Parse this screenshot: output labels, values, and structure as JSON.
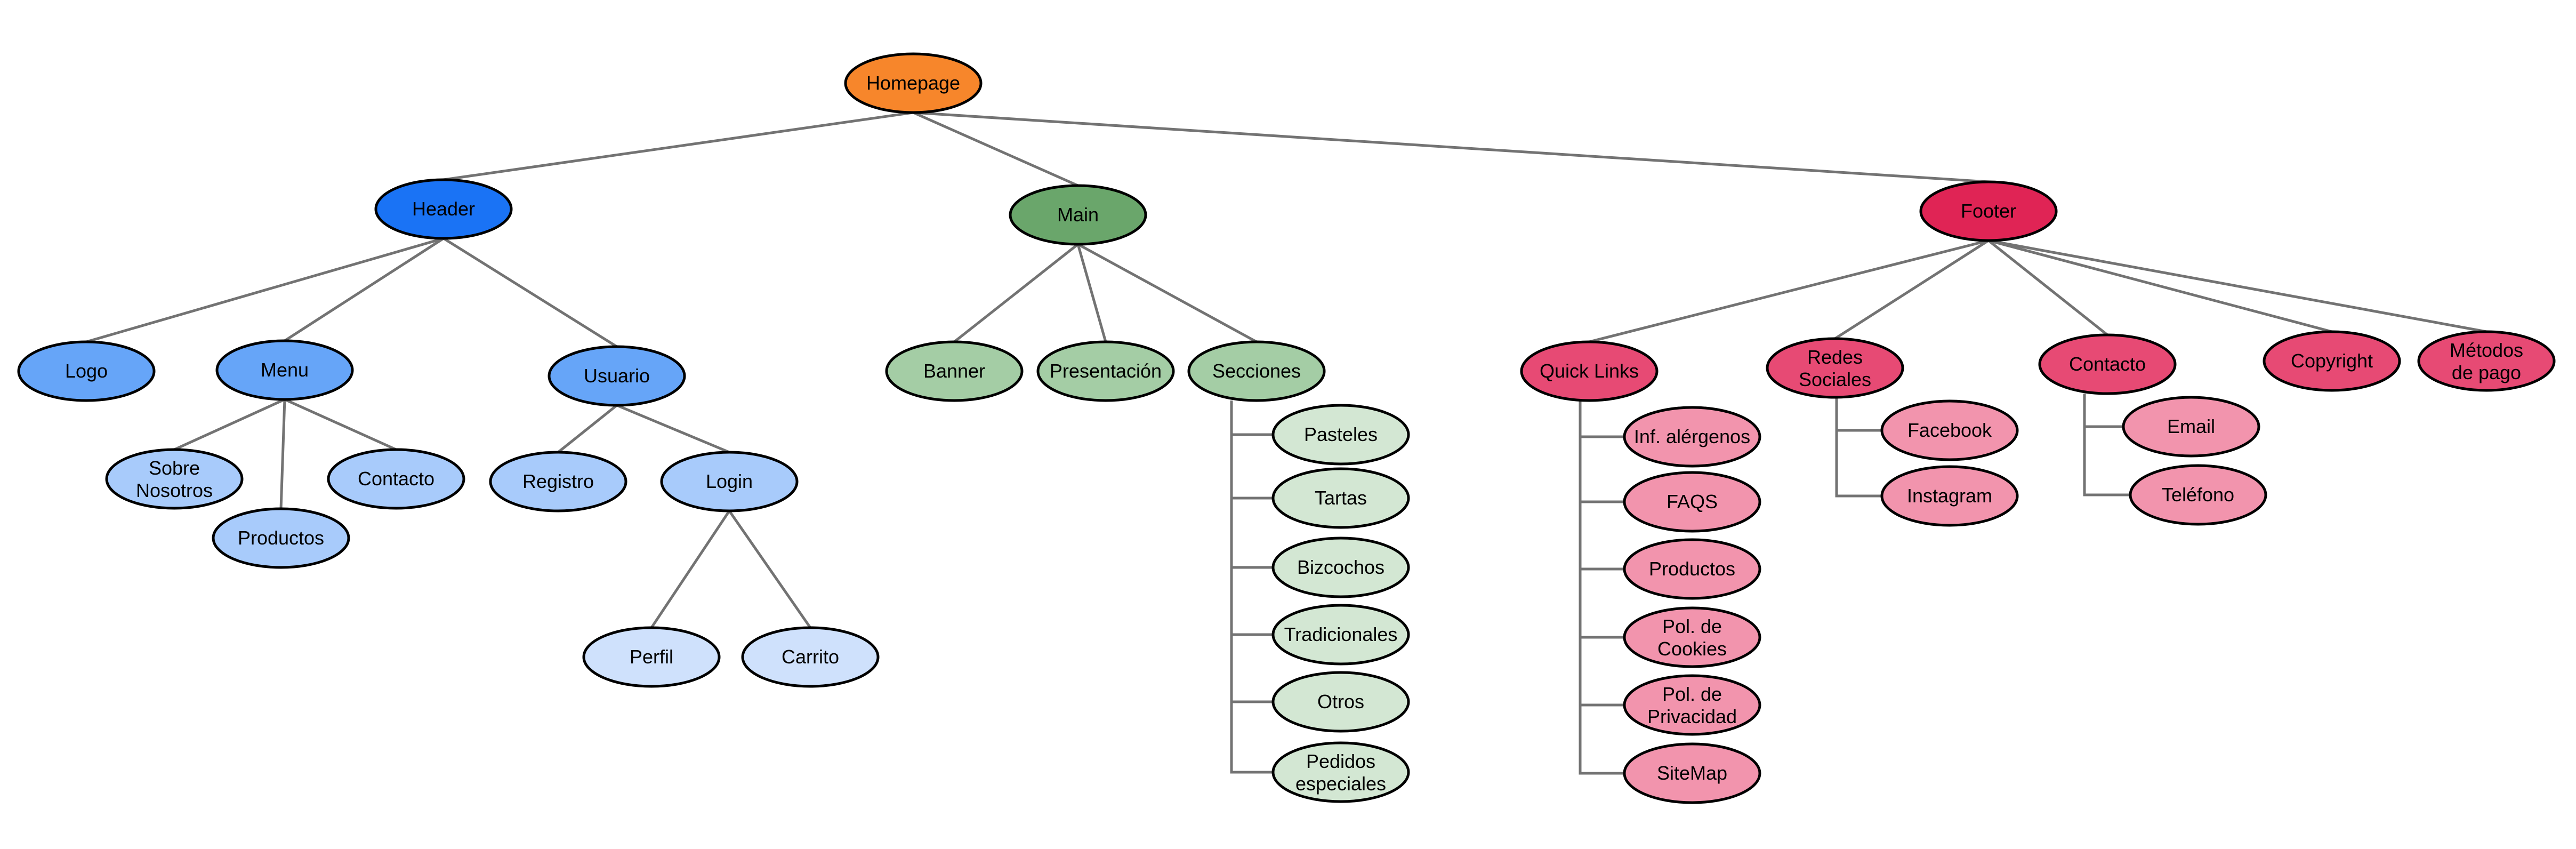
{
  "nodes": [
    {
      "id": "homepage",
      "label": "Homepage",
      "color": "#f7862b"
    },
    {
      "id": "header",
      "label": "Header",
      "color": "#1a73f5"
    },
    {
      "id": "main",
      "label": "Main",
      "color": "#6aa66b"
    },
    {
      "id": "footer",
      "label": "Footer",
      "color": "#e02455"
    },
    {
      "id": "logo",
      "label": "Logo",
      "color": "#66a5f8"
    },
    {
      "id": "menu",
      "label": "Menu",
      "color": "#66a5f8"
    },
    {
      "id": "usuario",
      "label": "Usuario",
      "color": "#66a5f8"
    },
    {
      "id": "sobre-nosotros",
      "label": "Sobre Nosotros",
      "color": "#a8cbfb"
    },
    {
      "id": "productos-menu",
      "label": "Productos",
      "color": "#a8cbfb"
    },
    {
      "id": "contacto-menu",
      "label": "Contacto",
      "color": "#a8cbfb"
    },
    {
      "id": "registro",
      "label": "Registro",
      "color": "#a8cbfb"
    },
    {
      "id": "login",
      "label": "Login",
      "color": "#a8cbfb"
    },
    {
      "id": "perfil",
      "label": "Perfil",
      "color": "#cfe1fc"
    },
    {
      "id": "carrito",
      "label": "Carrito",
      "color": "#cfe1fc"
    },
    {
      "id": "banner",
      "label": "Banner",
      "color": "#a4cda5"
    },
    {
      "id": "presentacion",
      "label": "Presentación",
      "color": "#a4cda5"
    },
    {
      "id": "secciones",
      "label": "Secciones",
      "color": "#a4cda5"
    },
    {
      "id": "pasteles",
      "label": "Pasteles",
      "color": "#d3e7d3"
    },
    {
      "id": "tartas",
      "label": "Tartas",
      "color": "#d3e7d3"
    },
    {
      "id": "bizcochos",
      "label": "Bizcochos",
      "color": "#d3e7d3"
    },
    {
      "id": "tradicionales",
      "label": "Tradicionales",
      "color": "#d3e7d3"
    },
    {
      "id": "otros",
      "label": "Otros",
      "color": "#d3e7d3"
    },
    {
      "id": "pedidos-especiales",
      "label": "Pedidos especiales",
      "color": "#d3e7d3"
    },
    {
      "id": "quick-links",
      "label": "Quick Links",
      "color": "#e74a74"
    },
    {
      "id": "redes-sociales",
      "label": "Redes Sociales",
      "color": "#e74a74"
    },
    {
      "id": "contacto-footer",
      "label": "Contacto",
      "color": "#e74a74"
    },
    {
      "id": "copyright",
      "label": "Copyright",
      "color": "#e74a74"
    },
    {
      "id": "metodos-de-pago",
      "label": "Métodos de pago",
      "color": "#e74a74"
    },
    {
      "id": "inf-alergenos",
      "label": "Inf. alérgenos",
      "color": "#f294ad"
    },
    {
      "id": "faqs",
      "label": "FAQS",
      "color": "#f294ad"
    },
    {
      "id": "productos-quick",
      "label": "Productos",
      "color": "#f294ad"
    },
    {
      "id": "pol-cookies",
      "label": "Pol. de Cookies",
      "color": "#f294ad"
    },
    {
      "id": "pol-privacidad",
      "label": "Pol. de Privacidad",
      "color": "#f294ad"
    },
    {
      "id": "sitemap",
      "label": "SiteMap",
      "color": "#f294ad"
    },
    {
      "id": "facebook",
      "label": "Facebook",
      "color": "#f294ad"
    },
    {
      "id": "instagram",
      "label": "Instagram",
      "color": "#f294ad"
    },
    {
      "id": "email",
      "label": "Email",
      "color": "#f294ad"
    },
    {
      "id": "telefono",
      "label": "Teléfono",
      "color": "#f294ad"
    }
  ],
  "edges": [
    {
      "from": "homepage",
      "to": "header"
    },
    {
      "from": "homepage",
      "to": "main"
    },
    {
      "from": "homepage",
      "to": "footer"
    },
    {
      "from": "header",
      "to": "logo"
    },
    {
      "from": "header",
      "to": "menu"
    },
    {
      "from": "header",
      "to": "usuario"
    },
    {
      "from": "menu",
      "to": "sobre-nosotros"
    },
    {
      "from": "menu",
      "to": "productos-menu"
    },
    {
      "from": "menu",
      "to": "contacto-menu"
    },
    {
      "from": "usuario",
      "to": "registro"
    },
    {
      "from": "usuario",
      "to": "login"
    },
    {
      "from": "login",
      "to": "perfil"
    },
    {
      "from": "login",
      "to": "carrito"
    },
    {
      "from": "main",
      "to": "banner"
    },
    {
      "from": "main",
      "to": "presentacion"
    },
    {
      "from": "main",
      "to": "secciones"
    },
    {
      "from": "secciones",
      "to": "pasteles"
    },
    {
      "from": "secciones",
      "to": "tartas"
    },
    {
      "from": "secciones",
      "to": "bizcochos"
    },
    {
      "from": "secciones",
      "to": "tradicionales"
    },
    {
      "from": "secciones",
      "to": "otros"
    },
    {
      "from": "secciones",
      "to": "pedidos-especiales"
    },
    {
      "from": "footer",
      "to": "quick-links"
    },
    {
      "from": "footer",
      "to": "redes-sociales"
    },
    {
      "from": "footer",
      "to": "contacto-footer"
    },
    {
      "from": "footer",
      "to": "copyright"
    },
    {
      "from": "footer",
      "to": "metodos-de-pago"
    },
    {
      "from": "quick-links",
      "to": "inf-alergenos"
    },
    {
      "from": "quick-links",
      "to": "faqs"
    },
    {
      "from": "quick-links",
      "to": "productos-quick"
    },
    {
      "from": "quick-links",
      "to": "pol-cookies"
    },
    {
      "from": "quick-links",
      "to": "pol-privacidad"
    },
    {
      "from": "quick-links",
      "to": "sitemap"
    },
    {
      "from": "redes-sociales",
      "to": "facebook"
    },
    {
      "from": "redes-sociales",
      "to": "instagram"
    },
    {
      "from": "contacto-footer",
      "to": "email"
    },
    {
      "from": "contacto-footer",
      "to": "telefono"
    }
  ]
}
